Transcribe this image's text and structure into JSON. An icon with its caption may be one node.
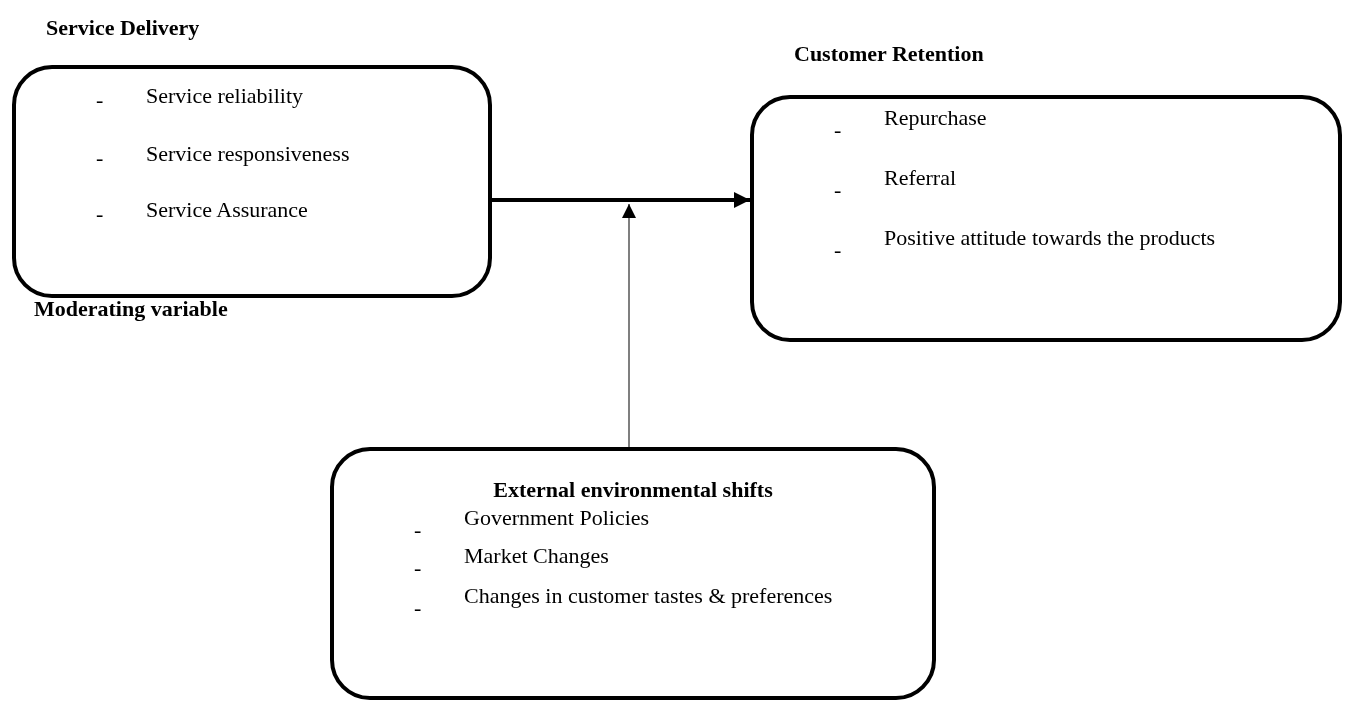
{
  "diagram": {
    "nodes": [
      {
        "text": [
          "Service Delivery",
          "- Service reliability",
          "- Service responsiveness",
          "- Service Assurance"
        ]
      },
      {
        "text": [
          "Customer Retention",
          "- Repurchase",
          "- Referral",
          "- Positive attitude towards the products"
        ]
      },
      {
        "text": [
          "External environmental shifts",
          "- Government Policies",
          "- Market Changes",
          "- Changes in customer tastes & preferences"
        ]
      }
    ],
    "edges": [
      {
        "from": 0,
        "to": 1,
        "arrow": "to",
        "style": "thick"
      },
      {
        "from": 2,
        "to": null,
        "arrow": "to",
        "color": "#555555"
      }
    ],
    "labels": [
      "Moderating variable"
    ]
  }
}
